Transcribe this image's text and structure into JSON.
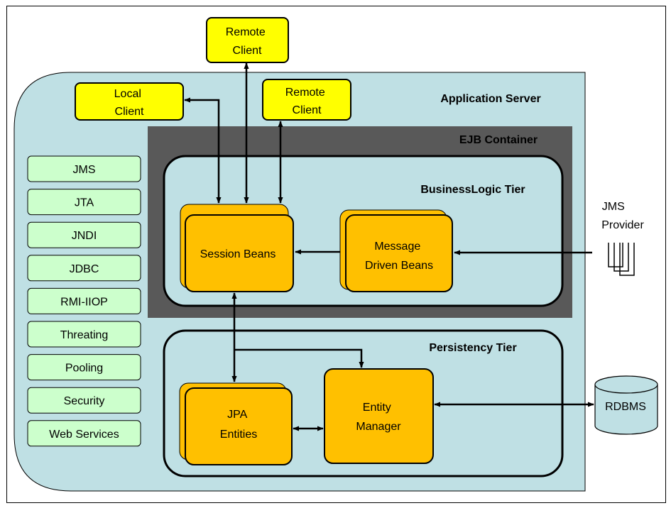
{
  "colors": {
    "app_server_fill": "#bfe0e4",
    "container_fill": "#595959",
    "tier_fill": "#bfe0e4",
    "client_fill": "#ffff00",
    "bean_fill": "#ffc000",
    "service_fill": "#ccffcc",
    "line": "#000000"
  },
  "clients": {
    "remote_top": [
      "Remote",
      "Client"
    ],
    "local": [
      "Local",
      "Client"
    ],
    "remote_inner": [
      "Remote",
      "Client"
    ]
  },
  "app_server": {
    "label": "Application Server"
  },
  "ejb_container": {
    "label": "EJB Container"
  },
  "business_tier": {
    "label": "BusinessLogic Tier"
  },
  "persistency_tier": {
    "label": "Persistency Tier"
  },
  "session_beans": {
    "label": "Session Beans"
  },
  "mdb": {
    "label": [
      "Message",
      "Driven Beans"
    ]
  },
  "jpa_entities": {
    "label": [
      "JPA",
      "Entities"
    ]
  },
  "entity_manager": {
    "label": [
      "Entity",
      "Manager"
    ]
  },
  "jms_provider": {
    "label": [
      "JMS",
      "Provider"
    ]
  },
  "rdbms": {
    "label": "RDBMS"
  },
  "services": [
    "JMS",
    "JTA",
    "JNDI",
    "JDBC",
    "RMI-IIOP",
    "Threating",
    "Pooling",
    "Security",
    "Web Services"
  ]
}
